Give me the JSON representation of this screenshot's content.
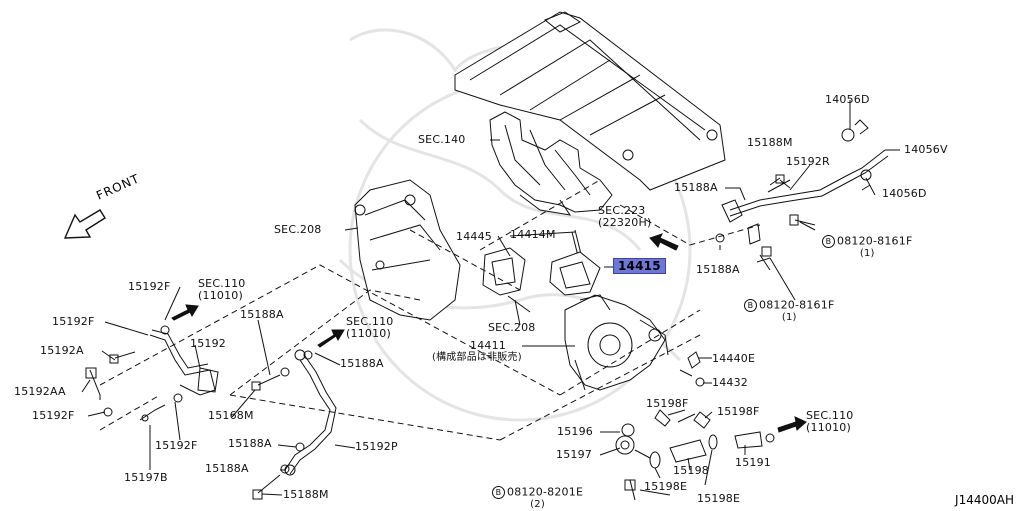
{
  "diagram": {
    "code": "J14400AH",
    "front_label": "FRONT",
    "part_labels": {
      "p14056D_top": "14056D",
      "p14056V": "14056V",
      "p14056D_bot": "14056D",
      "p15188M_top": "15188M",
      "p15192R": "15192R",
      "p15188A_r1": "15188A",
      "p15188A_r2": "15188A",
      "p14415": "14415",
      "p14414M": "14414M",
      "p14445": "14445",
      "p14411": "14411",
      "p14411_note": "(構成部品は非販売)",
      "p14440E": "14440E",
      "p14432": "14432",
      "p15192F_a": "15192F",
      "p15192F_b": "15192F",
      "p15192F_c": "15192F",
      "p15192F_d": "15192F",
      "p15192A": "15192A",
      "p15192AA": "15192AA",
      "p15192": "15192",
      "p15197B": "15197B",
      "p15188A_l1": "15188A",
      "p15188A_l2": "15188A",
      "p15188A_l3": "15188A",
      "p15188A_l4": "15188A",
      "p15168M": "15168M",
      "p15188M_bot": "15188M",
      "p15192P": "15192P",
      "p15196": "15196",
      "p15197": "15197",
      "p15198F_a": "15198F",
      "p15198F_b": "15198F",
      "p15198": "15198",
      "p15198E_a": "15198E",
      "p15198E_b": "15198E",
      "p15191": "15191"
    },
    "section_labels": {
      "sec140": "SEC.140",
      "sec208_top": "SEC.208",
      "sec208_mid": "SEC.208",
      "sec223": "SEC.223",
      "sec223_sub": "(22320H)",
      "sec110_a": "SEC.110",
      "sec110_a_sub": "(11010)",
      "sec110_b": "SEC.110",
      "sec110_b_sub": "(11010)",
      "sec110_c": "SEC.110",
      "sec110_c_sub": "(11010)"
    },
    "bolt_labels": {
      "b1_letter": "B",
      "b1": "08120-8161F",
      "b1_qty": "(1)",
      "b2_letter": "B",
      "b2": "08120-8161F",
      "b2_qty": "(1)",
      "b3_letter": "B",
      "b3": "08120-8201E",
      "b3_qty": "(2)"
    }
  }
}
